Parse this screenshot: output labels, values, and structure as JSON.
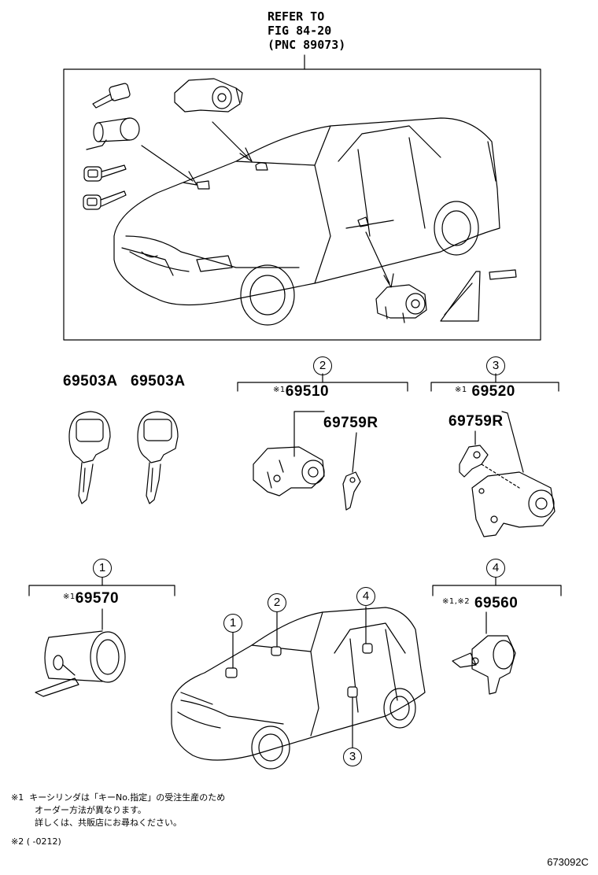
{
  "refer": {
    "line1": "REFER TO",
    "line2": "FIG 84-20",
    "line3": "(PNC 89073)"
  },
  "keys": {
    "part_a": "69503A",
    "part_b": "69503A"
  },
  "callout_2": {
    "circle": "2",
    "mark": "※1",
    "part": "69510",
    "sub_part": "69759R"
  },
  "callout_3": {
    "circle": "3",
    "mark": "※1",
    "part": "69520",
    "sub_part": "69759R"
  },
  "callout_1": {
    "circle": "1",
    "mark": "※1",
    "part": "69570"
  },
  "callout_4": {
    "circle": "4",
    "mark": "※1,※2",
    "part": "69560"
  },
  "car_labels": [
    "1",
    "2",
    "4",
    "3"
  ],
  "notes": {
    "n1_mark": "※1",
    "n1_line1": "キーシリンダは「キーNo.指定」の受注生産のため",
    "n1_line2": "オーダー方法が異なります。",
    "n1_line3": "詳しくは、共販店にお尋ねください。",
    "n2_mark": "※2",
    "n2_text": "(      -0212)"
  },
  "figure_code": "673092C"
}
